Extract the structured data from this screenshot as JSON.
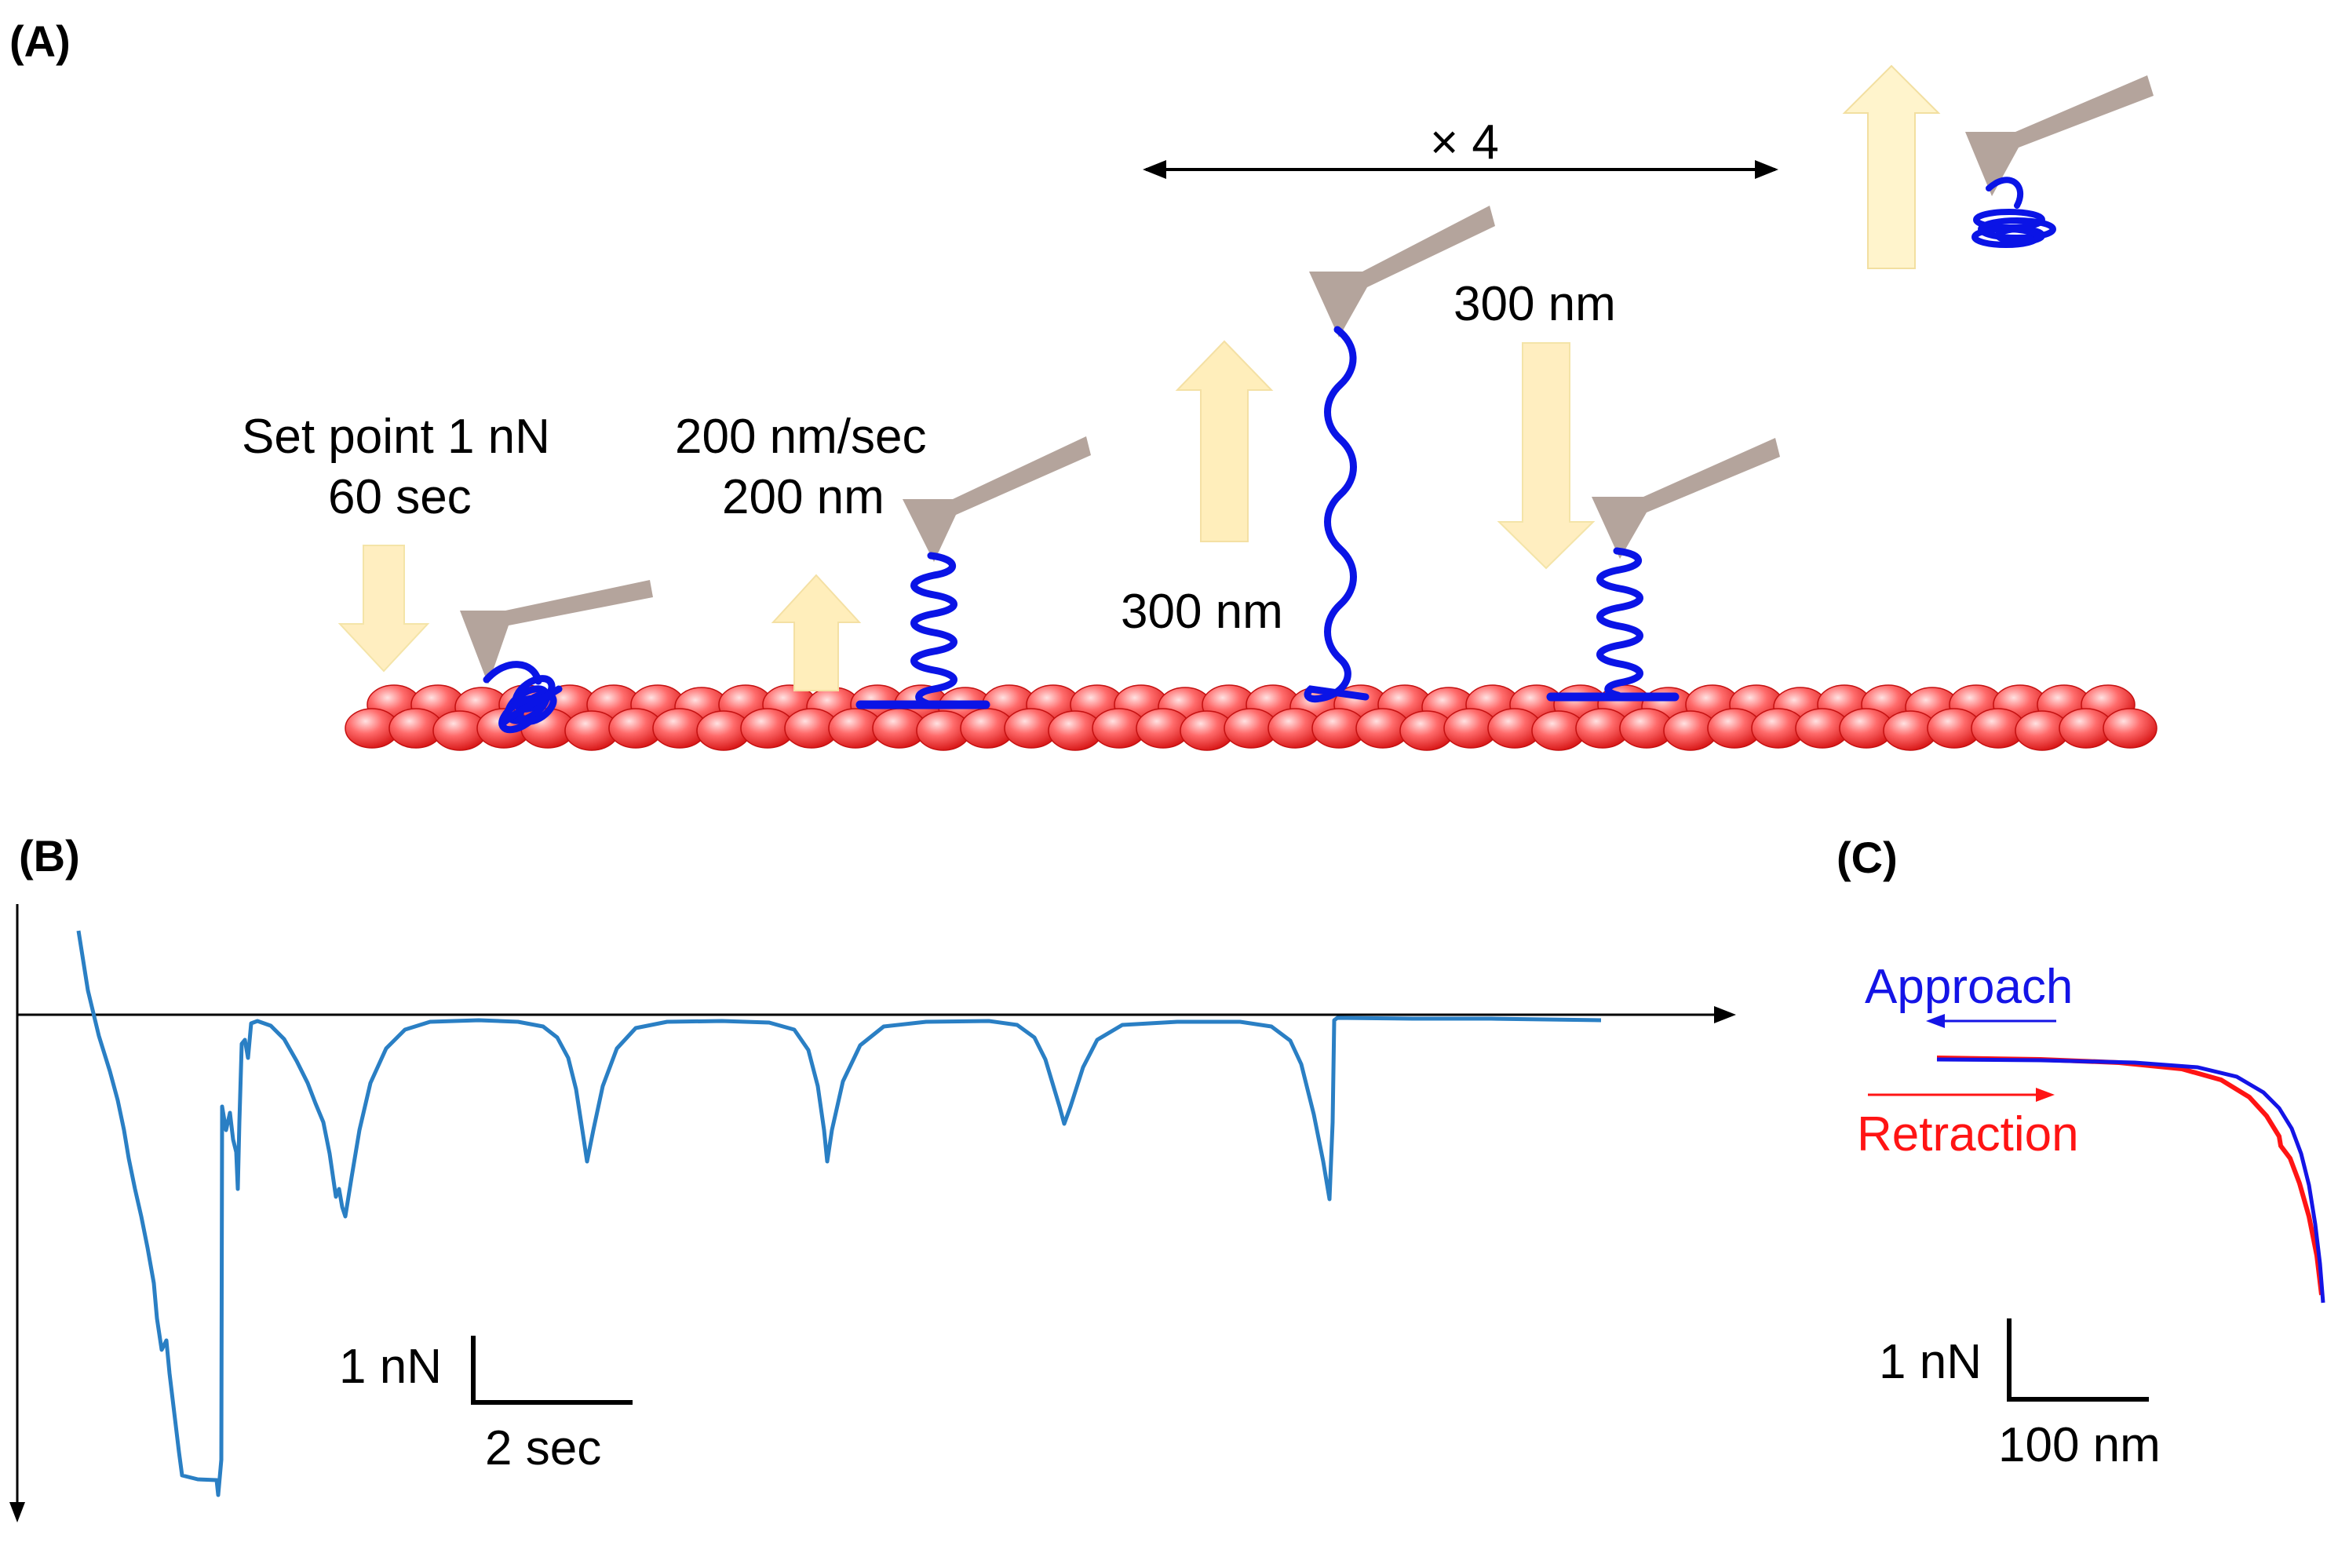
{
  "panels": {
    "a": {
      "label": "(A)",
      "step1": {
        "line1": "Set point  1 nN",
        "line2": "60 sec"
      },
      "step2": {
        "line1": "200 nm/sec",
        "line2": "200 nm"
      },
      "step3": {
        "distance": "300 nm"
      },
      "step4": {
        "distance": "300 nm"
      },
      "repeat": "× 4"
    },
    "b": {
      "label": "(B)",
      "scale_y": "1 nN",
      "scale_x": "2 sec"
    },
    "c": {
      "label": "(C)",
      "legend_approach": "Approach",
      "legend_retraction": "Retraction",
      "scale_y": "1 nN",
      "scale_x": "100 nm"
    }
  },
  "colors": {
    "molecule": "#0a14e6",
    "cantilever": "#b4a49c",
    "arrow_fill": "#fff2c4",
    "arrow_fill_soft": "#ffeebb",
    "bead": "#ff5a5a",
    "trace": "#2a7fc4",
    "approach": "#1414e6",
    "retraction": "#ff1414"
  },
  "icons": {
    "cantilever": "cantilever-icon",
    "molecule": "protein-chain-icon",
    "arrow_up": "arrow-up-icon",
    "arrow_down": "arrow-down-icon",
    "substrate": "bead-substrate"
  }
}
